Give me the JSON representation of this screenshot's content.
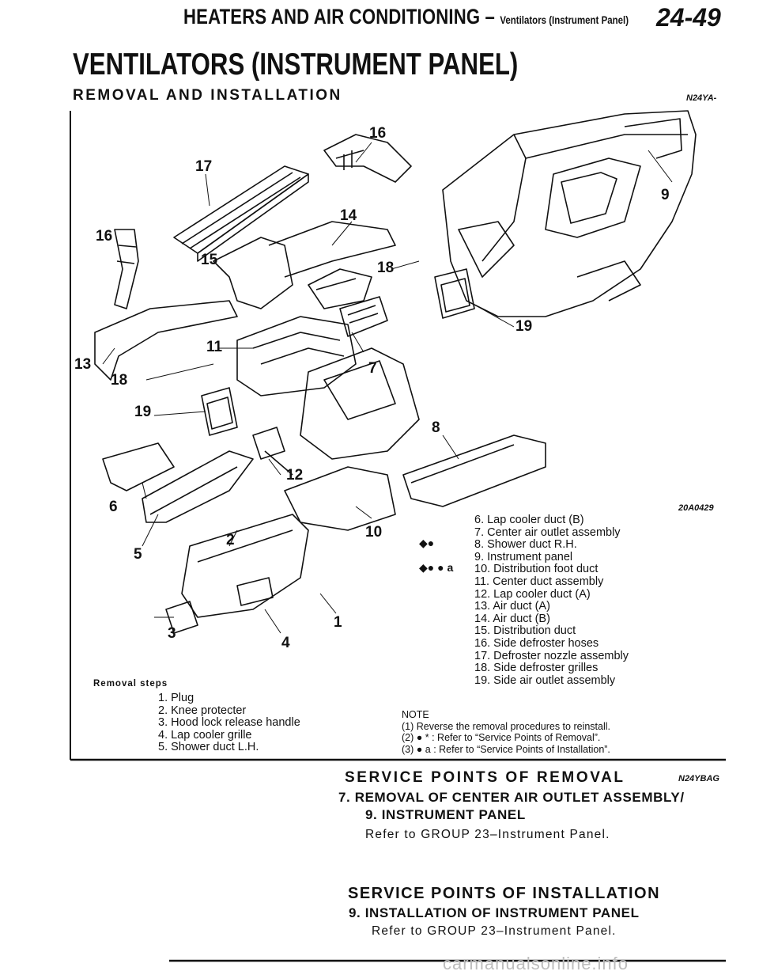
{
  "header": {
    "section": "HEATERS AND AIR CONDITIONING",
    "dash": "–",
    "subsection": "Ventilators (Instrument Panel)",
    "page": "24-49"
  },
  "title": {
    "main": "VENTILATORS (INSTRUMENT PANEL)",
    "sub": "REMOVAL AND INSTALLATION",
    "code": "N24YA-"
  },
  "diagram": {
    "figure_code": "20A0429",
    "callouts": [
      "16",
      "17",
      "16",
      "14",
      "15",
      "18",
      "9",
      "19",
      "13",
      "11",
      "7",
      "18",
      "19",
      "8",
      "12",
      "6",
      "10",
      "2",
      "5",
      "3",
      "1",
      "4"
    ]
  },
  "markers": {
    "item7": "◆●",
    "item9": "◆●  ●  a"
  },
  "parts_list": [
    "6. Lap cooler duct (B)",
    "7. Center air outlet assembly",
    "8. Shower duct R.H.",
    "9. Instrument panel",
    "10. Distribution foot duct",
    "11. Center duct assembly",
    "12. Lap cooler duct (A)",
    "13. Air duct (A)",
    "14. Air duct (B)",
    "15. Distribution duct",
    "16. Side defroster hoses",
    "17. Defroster nozzle assembly",
    "18. Side defroster grilles",
    "19. Side air outlet assembly"
  ],
  "removal": {
    "heading": "Removal steps",
    "steps": [
      "1. Plug",
      "2. Knee protecter",
      "3. Hood lock release handle",
      "4. Lap cooler grille",
      "5. Shower duct L.H."
    ]
  },
  "note": {
    "heading": "NOTE",
    "lines": [
      "(1) Reverse the removal procedures to reinstall.",
      "(2)  ●  * : Refer to “Service Points of Removal”.",
      "(3)  ●  a : Refer to “Service Points of Installation”."
    ]
  },
  "service_removal": {
    "heading": "SERVICE POINTS OF REMOVAL",
    "code": "N24YBAG",
    "item_line1": "7. REMOVAL OF CENTER AIR OUTLET ASSEMBLY/",
    "item_line2": "9. INSTRUMENT PANEL",
    "reference": "Refer to GROUP 23–Instrument Panel."
  },
  "service_installation": {
    "heading": "SERVICE POINTS OF INSTALLATION",
    "item": "9. INSTALLATION OF INSTRUMENT PANEL",
    "reference": "Refer to GROUP 23–Instrument Panel."
  },
  "watermark": "carmanualsonline.info"
}
